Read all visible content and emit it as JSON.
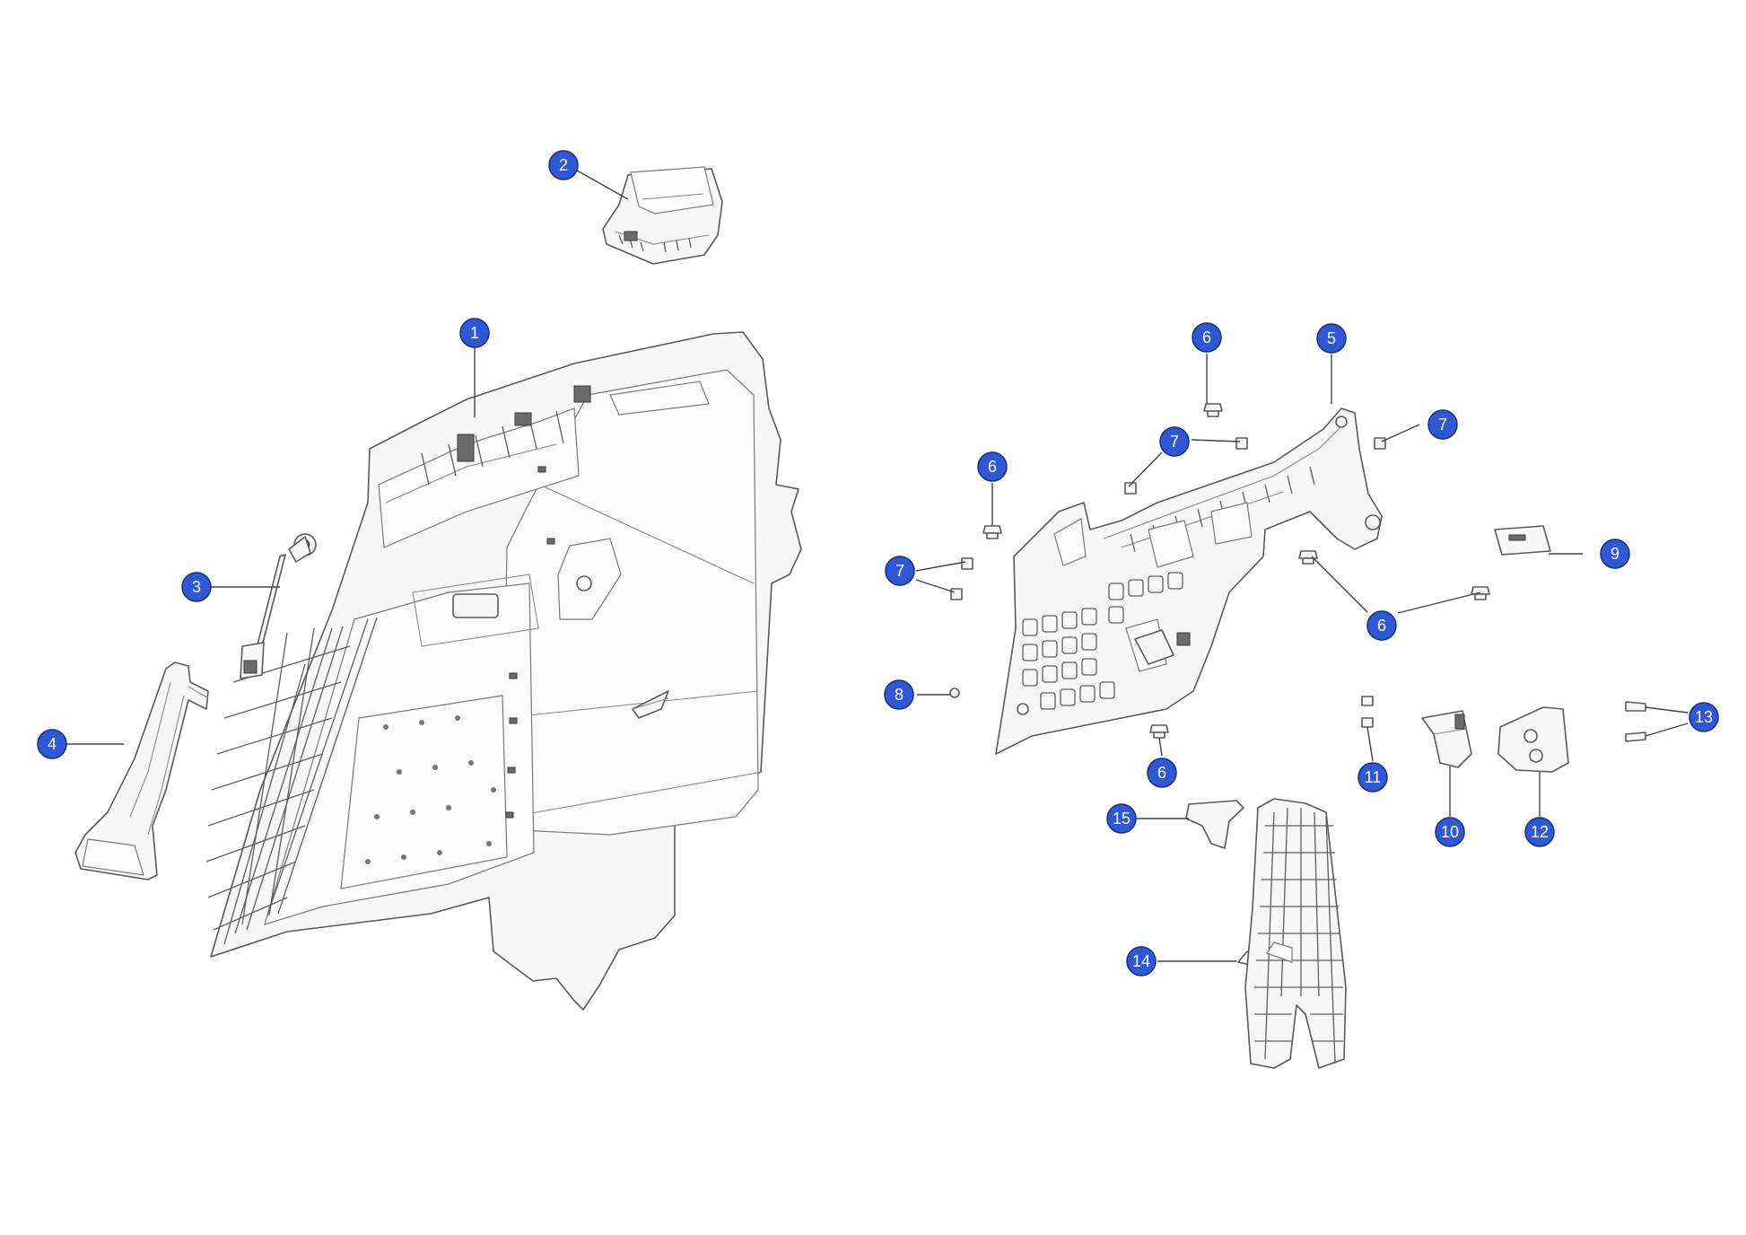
{
  "callouts": [
    {
      "id": "c2",
      "label": "2"
    },
    {
      "id": "c1",
      "label": "1"
    },
    {
      "id": "c3",
      "label": "3"
    },
    {
      "id": "c4",
      "label": "4"
    },
    {
      "id": "c6a",
      "label": "6"
    },
    {
      "id": "c5",
      "label": "5"
    },
    {
      "id": "c7a",
      "label": "7"
    },
    {
      "id": "c7b",
      "label": "7"
    },
    {
      "id": "c6b",
      "label": "6"
    },
    {
      "id": "c7c",
      "label": "7"
    },
    {
      "id": "c9",
      "label": "9"
    },
    {
      "id": "c6c",
      "label": "6"
    },
    {
      "id": "c8",
      "label": "8"
    },
    {
      "id": "c13",
      "label": "13"
    },
    {
      "id": "c6d",
      "label": "6"
    },
    {
      "id": "c11",
      "label": "11"
    },
    {
      "id": "c15",
      "label": "15"
    },
    {
      "id": "c10",
      "label": "10"
    },
    {
      "id": "c12",
      "label": "12"
    },
    {
      "id": "c14",
      "label": "14"
    }
  ]
}
